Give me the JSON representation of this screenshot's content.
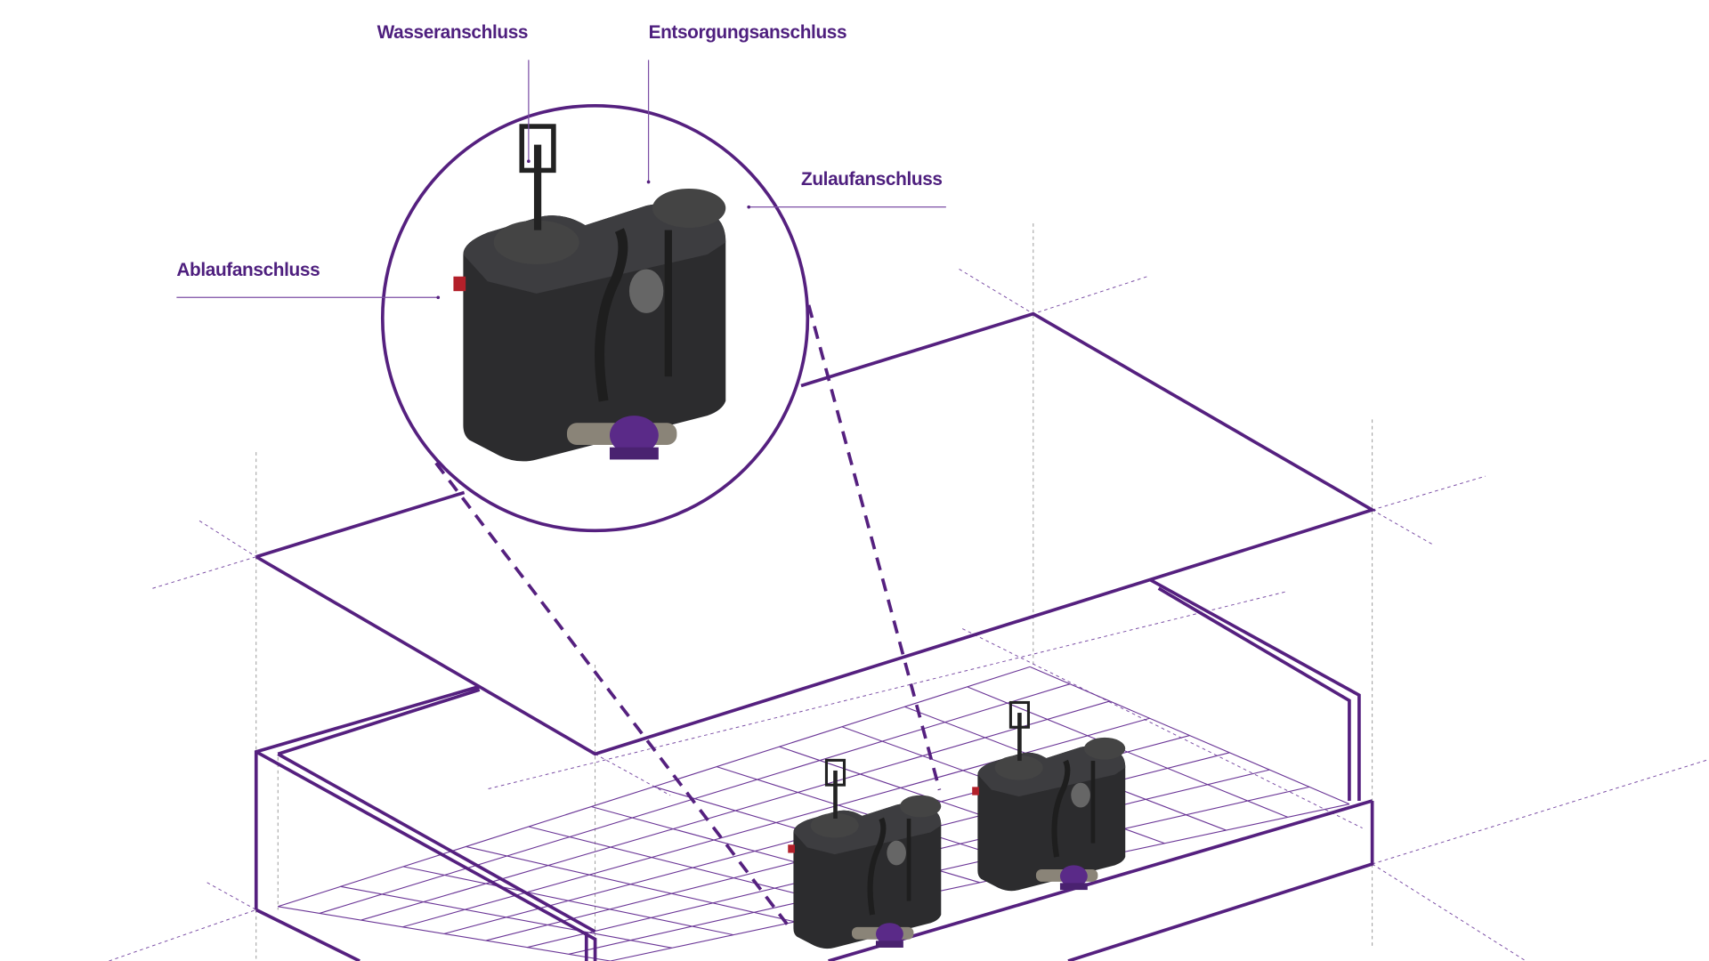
{
  "labels": {
    "water": "Wasseranschluss",
    "disposal": "Entsorgungsanschluss",
    "inlet": "Zulaufanschluss",
    "outlet": "Ablaufanschluss"
  },
  "colors": {
    "accent": "#55207f",
    "tank": "#2c2c2e",
    "connector_red": "#b3202a",
    "pump": "#5a2a88"
  }
}
